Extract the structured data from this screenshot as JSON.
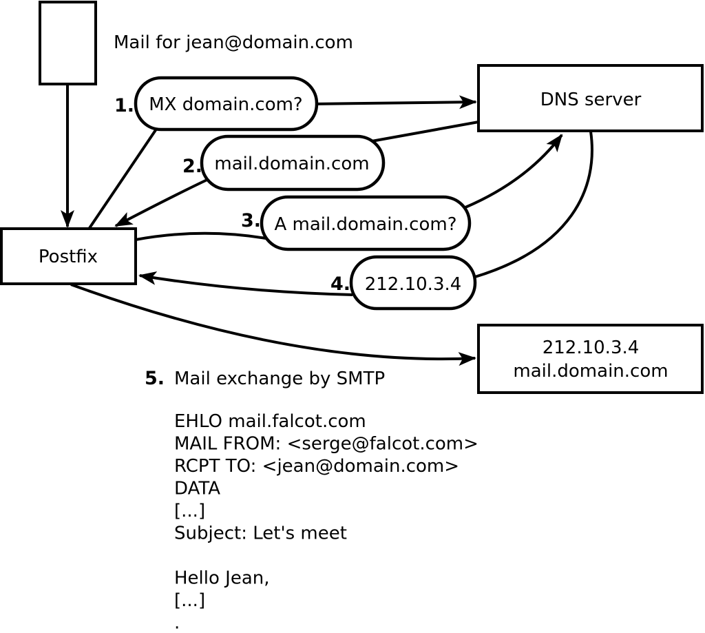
{
  "colors": {
    "ink": "#000000",
    "background": "#ffffff"
  },
  "mail_source": {
    "caption": "Mail for jean@domain.com"
  },
  "nodes": {
    "postfix": {
      "label": "Postfix"
    },
    "dns_server": {
      "label": "DNS server"
    },
    "mail_host": {
      "line1": "212.10.3.4",
      "line2": "mail.domain.com"
    }
  },
  "steps": [
    {
      "number": "1.",
      "label": "MX domain.com?"
    },
    {
      "number": "2.",
      "label": "mail.domain.com"
    },
    {
      "number": "3.",
      "label": "A mail.domain.com?"
    },
    {
      "number": "4.",
      "label": "212.10.3.4"
    },
    {
      "number": "5.",
      "label": "Mail exchange by SMTP"
    }
  ],
  "smtp_session": {
    "lines": [
      "EHLO mail.falcot.com",
      "MAIL FROM: <serge@falcot.com>",
      "RCPT TO: <jean@domain.com>",
      "DATA",
      "[...]",
      "Subject: Let's meet",
      "",
      "Hello Jean,",
      "[...]",
      "."
    ]
  }
}
